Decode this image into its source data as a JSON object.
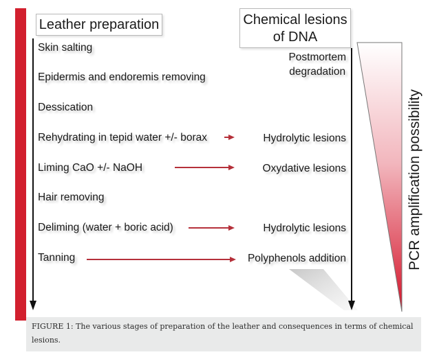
{
  "left_header": "Leather preparation",
  "right_header_line1": "Chemical lesions",
  "right_header_line2": "of DNA",
  "postmortem_line1": "Postmortem",
  "postmortem_line2": "degradation",
  "steps": [
    "Skin salting",
    "Epidermis and endoremis removing",
    "Dessication",
    "Rehydrating in tepid water +/- borax",
    "Liming CaO +/- NaOH",
    "Hair removing",
    "Deliming (water + boric acid)",
    "Tanning"
  ],
  "lesions": [
    "Hydrolytic lesions",
    "Oxydative lesions",
    "Hydrolytic lesions",
    "Polyphenols addition"
  ],
  "side_label": "PCR amplification possibility",
  "caption": "FIGURE 1: The various stages of preparation of the leather and consequences in terms of chemical lesions.",
  "colors": {
    "accent_red": "#d2202e",
    "arrow_red": "#b5303a",
    "text": "#1a1a1a",
    "caption_bg": "#e9eaea"
  }
}
